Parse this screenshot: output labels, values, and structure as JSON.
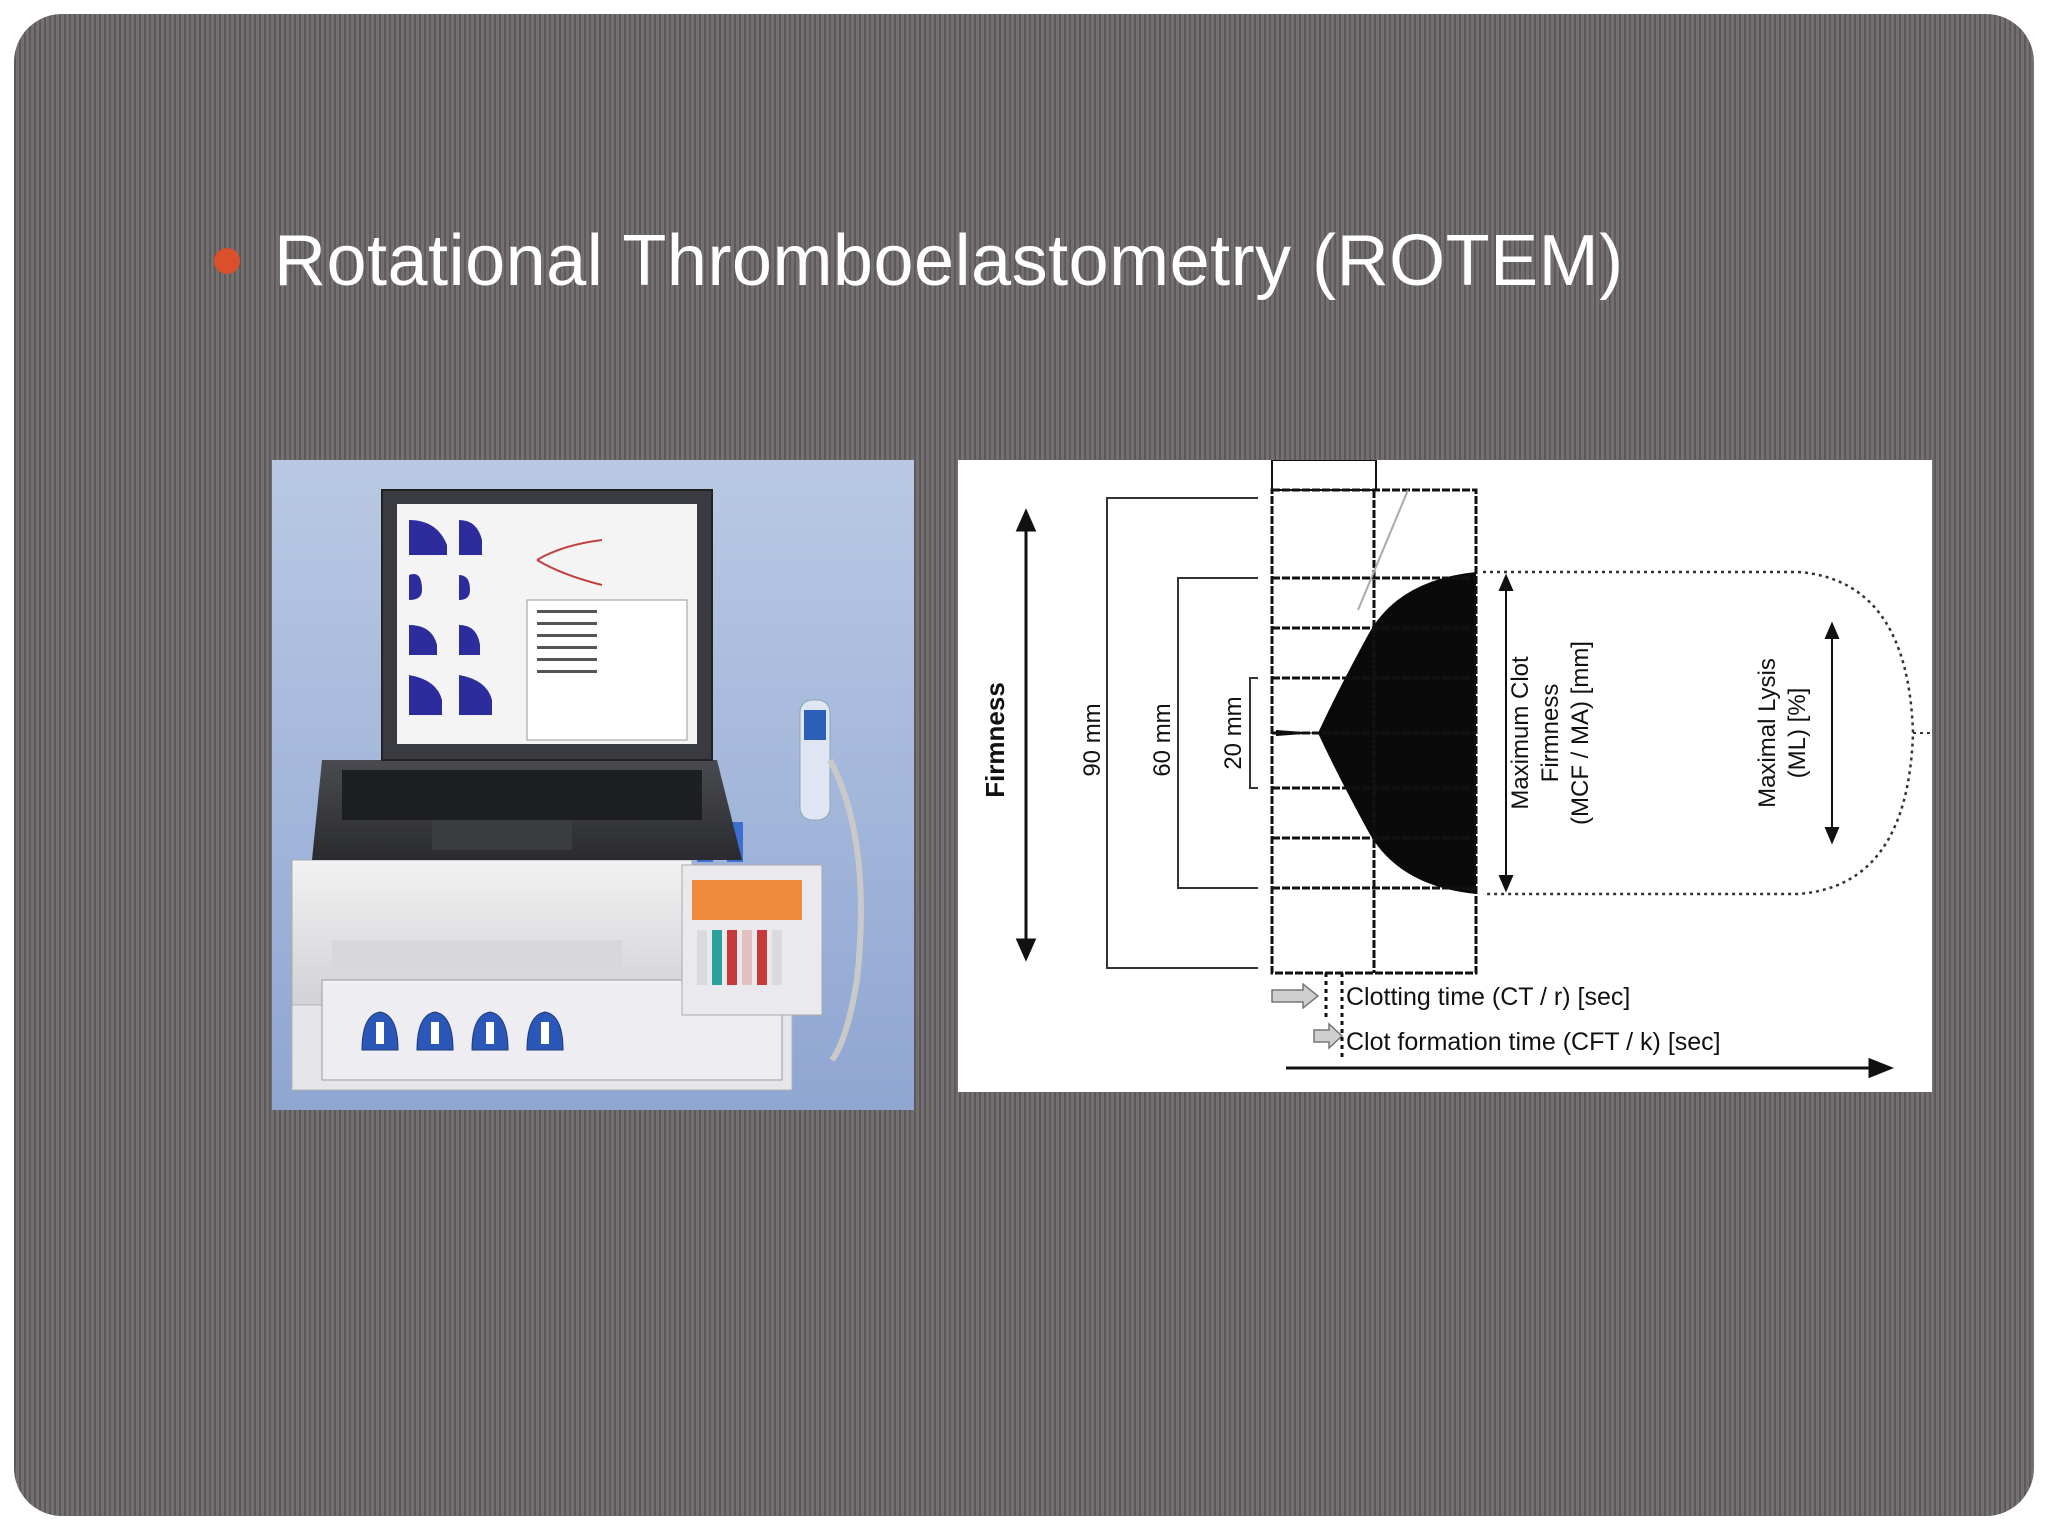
{
  "slide": {
    "title": "Rotational Thromboelastometry (ROTEM)",
    "bullet_color": "#d9502a"
  },
  "photo": {
    "icon": "rotem-device-with-laptop-illustration"
  },
  "diagram": {
    "y_axis_label": "Firmness",
    "levels": [
      "90 mm",
      "60 mm",
      "20 mm"
    ],
    "mcf_label": [
      "Maximum Clot",
      "Firmness",
      "(MCF / MA) [mm]"
    ],
    "ml_label": [
      "Maximal Lysis",
      "(ML) [%]"
    ],
    "ct_label": "Clotting time (CT / r) [sec]",
    "cft_label": "Clot formation time (CFT / k) [sec]"
  }
}
